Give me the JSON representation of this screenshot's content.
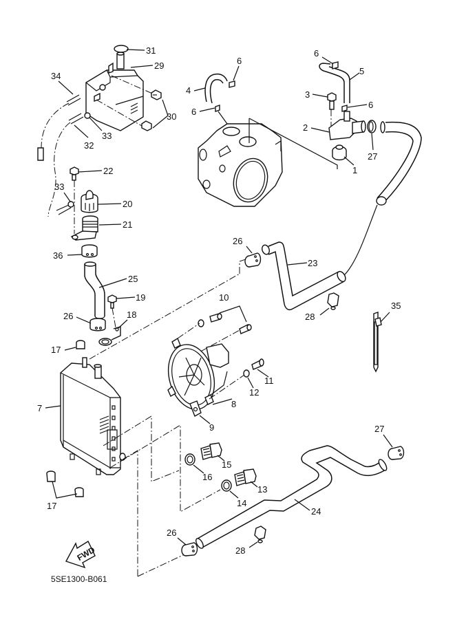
{
  "diagram": {
    "title": "Radiator / Cooling System Parts Diagram",
    "drawing_code": "5SE1300-B061",
    "fwd_label": "FWD",
    "callouts": {
      "c1": "1",
      "c2": "2",
      "c3": "3",
      "c4": "4",
      "c5": "5",
      "c6a": "6",
      "c6b": "6",
      "c6c": "6",
      "c6d": "6",
      "c7": "7",
      "c8": "8",
      "c9": "9",
      "c10": "10",
      "c11": "11",
      "c12": "12",
      "c13": "13",
      "c14": "14",
      "c15": "15",
      "c16": "16",
      "c17a": "17",
      "c17b": "17",
      "c18": "18",
      "c19": "19",
      "c20": "20",
      "c21": "21",
      "c22": "22",
      "c23": "23",
      "c24": "24",
      "c25": "25",
      "c26a": "26",
      "c26b": "26",
      "c26c": "26",
      "c27a": "27",
      "c27b": "27",
      "c28a": "28",
      "c28b": "28",
      "c29": "29",
      "c30": "30",
      "c31": "31",
      "c32": "32",
      "c33a": "33",
      "c33b": "33",
      "c34": "34",
      "c35": "35",
      "c36": "36"
    },
    "parts": [
      {
        "no": "1",
        "name": "thermostat"
      },
      {
        "no": "2",
        "name": "thermostat-cover"
      },
      {
        "no": "3",
        "name": "bolt"
      },
      {
        "no": "4",
        "name": "hose"
      },
      {
        "no": "5",
        "name": "hose"
      },
      {
        "no": "6",
        "name": "hose-clamp"
      },
      {
        "no": "7",
        "name": "radiator"
      },
      {
        "no": "8",
        "name": "fan-motor-assembly"
      },
      {
        "no": "9",
        "name": "nut"
      },
      {
        "no": "10",
        "name": "screw"
      },
      {
        "no": "11",
        "name": "screw"
      },
      {
        "no": "12",
        "name": "washer"
      },
      {
        "no": "13",
        "name": "thermo-switch"
      },
      {
        "no": "14",
        "name": "gasket"
      },
      {
        "no": "15",
        "name": "thermo-switch"
      },
      {
        "no": "16",
        "name": "gasket"
      },
      {
        "no": "17",
        "name": "damper"
      },
      {
        "no": "18",
        "name": "bracket"
      },
      {
        "no": "19",
        "name": "bolt"
      },
      {
        "no": "20",
        "name": "radiator-cap"
      },
      {
        "no": "21",
        "name": "filler-neck"
      },
      {
        "no": "22",
        "name": "bolt"
      },
      {
        "no": "23",
        "name": "radiator-hose"
      },
      {
        "no": "24",
        "name": "radiator-hose"
      },
      {
        "no": "25",
        "name": "radiator-hose"
      },
      {
        "no": "26",
        "name": "hose-clamp"
      },
      {
        "no": "27",
        "name": "hose-clamp"
      },
      {
        "no": "28",
        "name": "hose-holder"
      },
      {
        "no": "29",
        "name": "reservoir-tank"
      },
      {
        "no": "30",
        "name": "bolt"
      },
      {
        "no": "31",
        "name": "reservoir-cap"
      },
      {
        "no": "32",
        "name": "hose"
      },
      {
        "no": "33",
        "name": "clip"
      },
      {
        "no": "34",
        "name": "breather-hose"
      },
      {
        "no": "35",
        "name": "cable-tie"
      },
      {
        "no": "36",
        "name": "hose-clamp"
      }
    ]
  }
}
